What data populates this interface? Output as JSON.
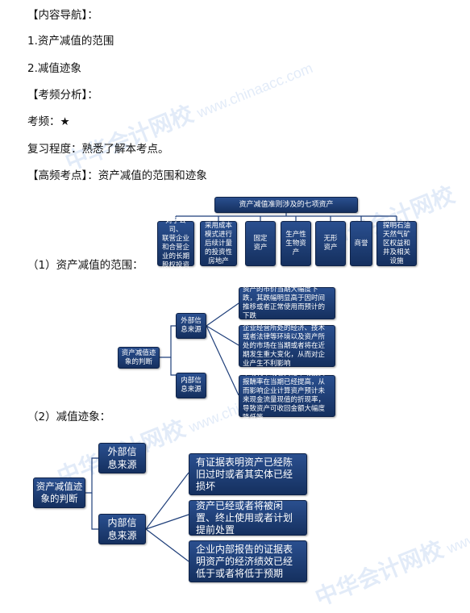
{
  "text_lines": [
    "【内容导航】：",
    "1.资产减值的范围",
    "2.减值迹象",
    "【考频分析】：",
    "考频：★",
    "复习程度：熟悉了解本考点。",
    "【高频考点】：资产减值的范围和迹象"
  ],
  "section1_label": "（1）资产减值的范围：",
  "section2_label": "（2）减值迹象：",
  "diagram1": {
    "root": "资产减值准则涉及的七项资产",
    "children": [
      "对子公司、\n联营企业\n和合营企\n业的长期\n股权投资",
      "采用成本\n模式进行\n后续计量\n的投资性\n房地产",
      "固定\n资产",
      "生产性\n生物资\n产",
      "无形\n资产",
      "商誉",
      "探明石油\n天然气矿\n区权益和\n井及相关\n设施"
    ]
  },
  "diagram2": {
    "root": "资产减值迹\n象的判断",
    "external": "外部信\n息来源",
    "internal": "内部信\n息来源",
    "external_items": [
      "资产的市价当期大幅度下跌，其跌幅明显高于因时间推移或者正常使用而预计的下跌",
      "企业经营所处的经济、技术或者法律等环境以及资产所处的市场在当期或者将在近期发生重大变化，从而对企业产生不利影响",
      "市场利率或者其他市场投资报酬率在当期已经提高，从而影响企业计算资产预计未来现金流量现值的折现率，导致资产可收回金额大幅度降低等"
    ]
  },
  "diagram3": {
    "root": "资产减值迹\n象的判断",
    "external": "外部信\n息来源",
    "internal": "内部信\n息来源",
    "internal_items": [
      "有证据表明资产已经陈旧过时或者其实体已经损坏",
      "资产已经或者将被闲置、终止使用或者计划提前处置",
      "企业内部报告的证据表明资产的经济绩效已经低于或者将低于预期"
    ]
  },
  "watermark": {
    "cn": "中华会计网校",
    "url": "www.chinaacc.com"
  },
  "colors": {
    "box": "#1f3f7a",
    "text": "#ffffff"
  }
}
